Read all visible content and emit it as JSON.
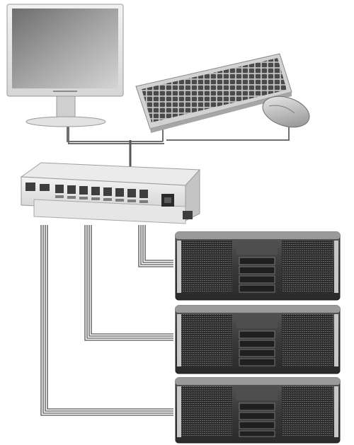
{
  "diagram": {
    "type": "kvm-switch-topology",
    "nodes": [
      {
        "id": "monitor",
        "kind": "lcd-monitor"
      },
      {
        "id": "keyboard",
        "kind": "keyboard"
      },
      {
        "id": "mouse",
        "kind": "mouse"
      },
      {
        "id": "kvm-switch",
        "kind": "kvm-switch",
        "port_count": 8
      },
      {
        "id": "server-1",
        "kind": "rack-server"
      },
      {
        "id": "server-2",
        "kind": "rack-server"
      },
      {
        "id": "server-3",
        "kind": "rack-server"
      }
    ],
    "edges": [
      {
        "from": "monitor",
        "to": "kvm-switch"
      },
      {
        "from": "keyboard",
        "to": "kvm-switch"
      },
      {
        "from": "mouse",
        "to": "kvm-switch"
      },
      {
        "from": "kvm-switch",
        "to": "server-1"
      },
      {
        "from": "kvm-switch",
        "to": "server-2"
      },
      {
        "from": "kvm-switch",
        "to": "server-3"
      }
    ],
    "colors": {
      "cable": "#6f6f6f",
      "device_light": "#dcdcdc",
      "device_dark": "#3c3c3c",
      "screen": "#9a9a9a"
    }
  }
}
